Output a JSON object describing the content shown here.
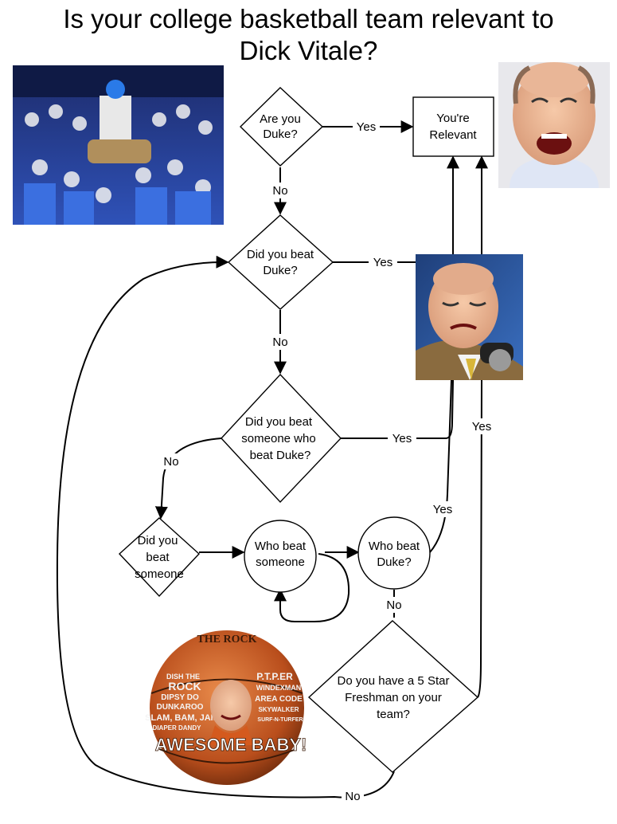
{
  "title": {
    "line1": "Is your college basketball team relevant to",
    "line2": "Dick Vitale?"
  },
  "nodes": {
    "are_you_duke": [
      "Are you",
      "Duke?"
    ],
    "youre_relevant": [
      "You're",
      "Relevant"
    ],
    "did_you_beat_duke": [
      "Did you beat",
      "Duke?"
    ],
    "beat_someone_who_beat_duke": [
      "Did you beat",
      "someone who",
      "beat Duke?"
    ],
    "did_you_beat_someone": [
      "Did you",
      "beat",
      "someone"
    ],
    "who_beat_someone": [
      "Who beat",
      "someone"
    ],
    "who_beat_duke": [
      "Who beat",
      "Duke?"
    ],
    "five_star_freshman": [
      "Do you have a 5 Star",
      "Freshman on your",
      "team?"
    ]
  },
  "edges": [
    {
      "id": "e1",
      "label": "Yes"
    },
    {
      "id": "e2",
      "label": "No"
    },
    {
      "id": "e3",
      "label": "Yes"
    },
    {
      "id": "e4",
      "label": "No"
    },
    {
      "id": "e5",
      "label": "Yes"
    },
    {
      "id": "e6",
      "label": "No"
    },
    {
      "id": "e7",
      "label": ""
    },
    {
      "id": "e8",
      "label": ""
    },
    {
      "id": "e9",
      "label": ""
    },
    {
      "id": "e10",
      "label": "Yes"
    },
    {
      "id": "e11",
      "label": "No"
    },
    {
      "id": "e12",
      "label": "Yes"
    },
    {
      "id": "e13",
      "label": "No"
    }
  ],
  "images": {
    "crowd_photo": "crowd-surfing-fans-photo",
    "vitale_laughing": "vitale-laughing-photo",
    "vitale_crying": "vitale-crying-photo",
    "basketball": {
      "top": "THE ROCK",
      "left_words": [
        "DISH THE",
        "ROCK",
        "DIPSY DO",
        "DUNKAROO",
        "SLAM, BAM, JAM",
        "DIAPER DANDY"
      ],
      "right_words": [
        "P.T.P.ER",
        "WINDEXMAN",
        "AREA CODE",
        "SKYWALKER",
        "SURF-N-TURFER"
      ],
      "bottom": "AWESOME BABY!"
    }
  }
}
